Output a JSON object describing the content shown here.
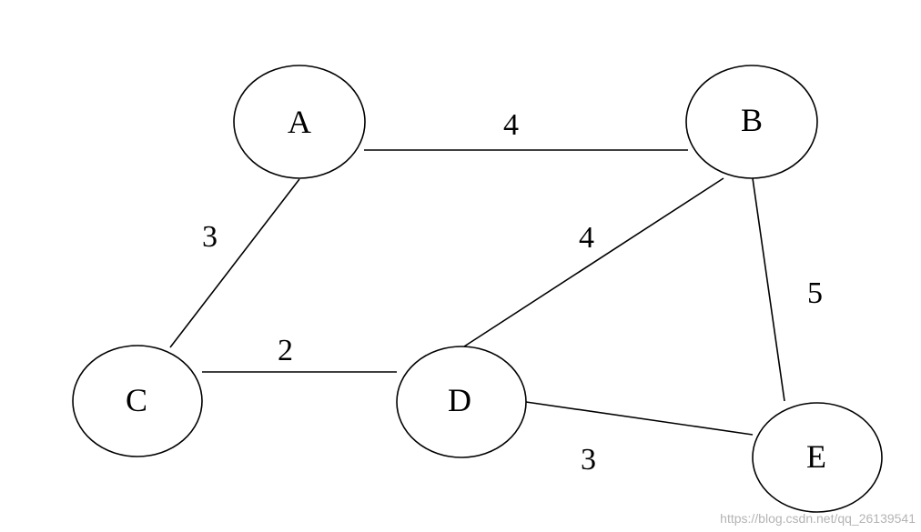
{
  "graph": {
    "nodes": [
      {
        "id": "A",
        "label": "A"
      },
      {
        "id": "B",
        "label": "B"
      },
      {
        "id": "C",
        "label": "C"
      },
      {
        "id": "D",
        "label": "D"
      },
      {
        "id": "E",
        "label": "E"
      }
    ],
    "edges": [
      {
        "from": "A",
        "to": "B",
        "weight": "4"
      },
      {
        "from": "A",
        "to": "C",
        "weight": "3"
      },
      {
        "from": "B",
        "to": "D",
        "weight": "4"
      },
      {
        "from": "B",
        "to": "E",
        "weight": "5"
      },
      {
        "from": "C",
        "to": "D",
        "weight": "2"
      },
      {
        "from": "D",
        "to": "E",
        "weight": "3"
      }
    ]
  },
  "watermark": "https://blog.csdn.net/qq_26139541",
  "colors": {
    "stroke": "#000000",
    "background": "#ffffff",
    "watermark": "#b4b4b4"
  }
}
